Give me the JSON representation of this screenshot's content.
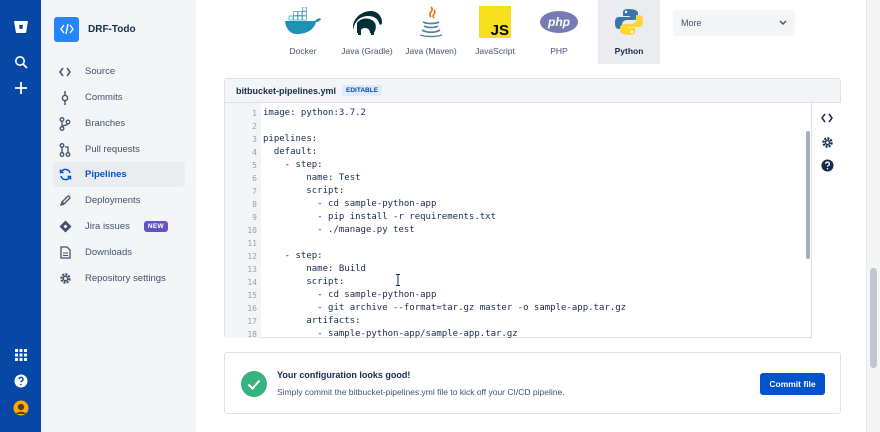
{
  "repo": {
    "name": "DRF-Todo"
  },
  "sidebar": {
    "items": [
      {
        "label": "Source",
        "icon": "code-icon"
      },
      {
        "label": "Commits",
        "icon": "commit-icon"
      },
      {
        "label": "Branches",
        "icon": "branch-icon"
      },
      {
        "label": "Pull requests",
        "icon": "pull-request-icon"
      },
      {
        "label": "Pipelines",
        "icon": "pipelines-icon",
        "active": true
      },
      {
        "label": "Deployments",
        "icon": "deployments-icon"
      },
      {
        "label": "Jira issues",
        "icon": "jira-icon",
        "badge": "NEW"
      },
      {
        "label": "Downloads",
        "icon": "downloads-icon"
      },
      {
        "label": "Repository settings",
        "icon": "gear-icon"
      }
    ]
  },
  "templates": {
    "items": [
      {
        "label": "Docker",
        "icon": "docker-logo-icon"
      },
      {
        "label": "Java (Gradle)",
        "icon": "gradle-logo-icon"
      },
      {
        "label": "Java (Maven)",
        "icon": "java-logo-icon"
      },
      {
        "label": "JavaScript",
        "icon": "javascript-logo-icon"
      },
      {
        "label": "PHP",
        "icon": "php-logo-icon"
      },
      {
        "label": "Python",
        "icon": "python-logo-icon",
        "selected": true
      }
    ],
    "more_label": "More"
  },
  "editor": {
    "file_name": "bitbucket-pipelines.yml",
    "badge": "EDITABLE",
    "lines": [
      {
        "n": "1",
        "text": "image: python:3.7.2"
      },
      {
        "n": "2",
        "text": ""
      },
      {
        "n": "3",
        "text": "pipelines:"
      },
      {
        "n": "4",
        "text": "  default:"
      },
      {
        "n": "5",
        "text": "    - step:"
      },
      {
        "n": "6",
        "text": "        name: Test"
      },
      {
        "n": "7",
        "text": "        script:"
      },
      {
        "n": "8",
        "text": "          - cd sample-python-app"
      },
      {
        "n": "9",
        "text": "          - pip install -r requirements.txt"
      },
      {
        "n": "10",
        "text": "          - ./manage.py test"
      },
      {
        "n": "11",
        "text": ""
      },
      {
        "n": "12",
        "text": "    - step:"
      },
      {
        "n": "13",
        "text": "        name: Build"
      },
      {
        "n": "14",
        "text": "        script:"
      },
      {
        "n": "15",
        "text": "          - cd sample-python-app"
      },
      {
        "n": "16",
        "text": "          - git archive --format=tar.gz master -o sample-app.tar.gz"
      },
      {
        "n": "17",
        "text": "        artifacts:"
      },
      {
        "n": "18",
        "text": "          - sample-python-app/sample-app.tar.gz"
      }
    ]
  },
  "notice": {
    "title": "Your configuration looks good!",
    "text": "Simply commit the bitbucket-pipelines.yml file to kick off your CI/CD pipeline.",
    "button": "Commit file"
  },
  "colors": {
    "nav": "#0747a6",
    "primary": "#0052cc",
    "success": "#36b37e",
    "new_badge": "#6554c0"
  }
}
